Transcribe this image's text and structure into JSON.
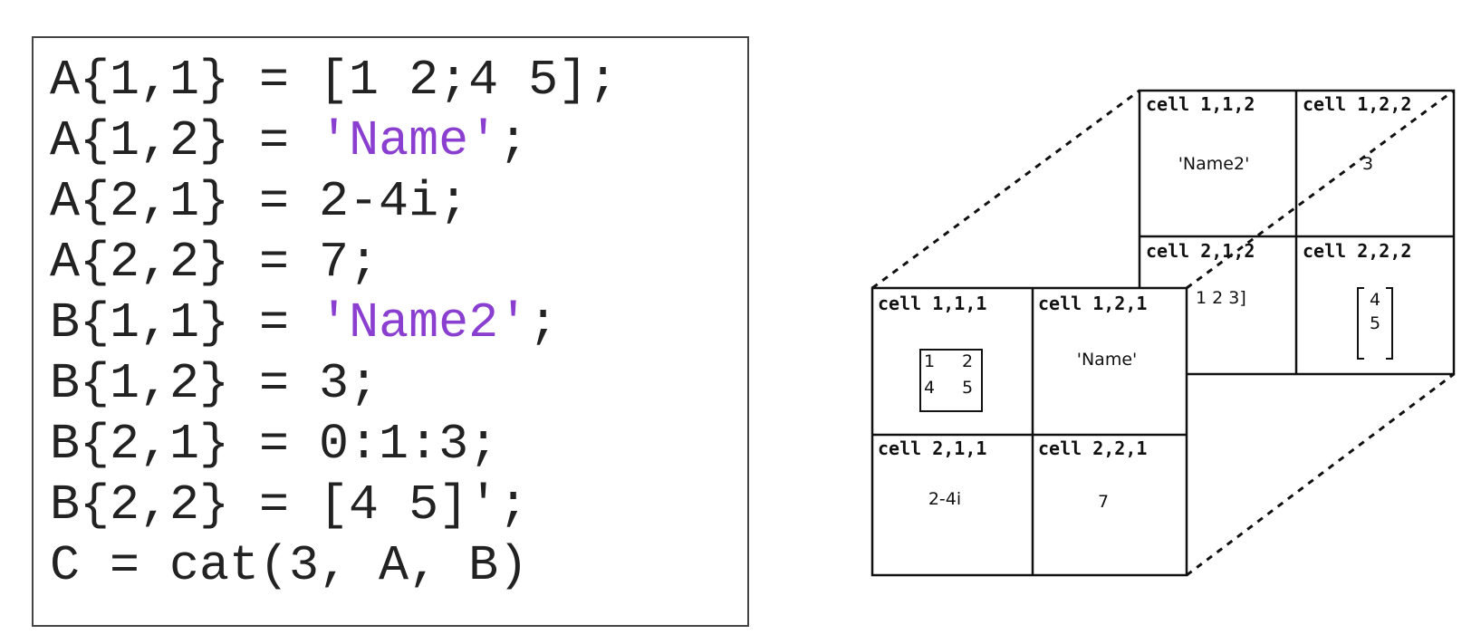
{
  "code": {
    "lines": [
      {
        "pre": "A{1,1} = [1 2;4 5];",
        "str": "",
        "post": ""
      },
      {
        "pre": "A{1,2} = ",
        "str": "'Name'",
        "post": ";"
      },
      {
        "pre": "A{2,1} = 2-4i;",
        "str": "",
        "post": ""
      },
      {
        "pre": "A{2,2} = 7;",
        "str": "",
        "post": ""
      },
      {
        "pre": "B{1,1} = ",
        "str": "'Name2'",
        "post": ";"
      },
      {
        "pre": "B{1,2} = 3;",
        "str": "",
        "post": ""
      },
      {
        "pre": "B{2,1} = 0:1:3;",
        "str": "",
        "post": ""
      },
      {
        "pre": "B{2,2} = [4 5]';",
        "str": "",
        "post": ""
      },
      {
        "pre": "C = cat(3, A, B)",
        "str": "",
        "post": ""
      }
    ],
    "string_color": "#8a3fd0",
    "text_color": "#222222"
  },
  "diagram": {
    "front": {
      "c111": {
        "label": "cell 1,1,1",
        "matrix": [
          [
            "1",
            "2"
          ],
          [
            "4",
            "5"
          ]
        ]
      },
      "c121": {
        "label": "cell 1,2,1",
        "value": "'Name'"
      },
      "c211": {
        "label": "cell 2,1,1",
        "value": "2-4i"
      },
      "c221": {
        "label": "cell 2,2,1",
        "value": "7"
      }
    },
    "back": {
      "c112": {
        "label": "cell 1,1,2",
        "value": "'Name2'"
      },
      "c122": {
        "label": "cell 1,2,2",
        "value": "3"
      },
      "c212": {
        "label": "cell 2,1,2",
        "value": "1 2 3]"
      },
      "c222": {
        "label": "cell 2,2,2",
        "column": [
          "4",
          "5"
        ]
      }
    }
  }
}
